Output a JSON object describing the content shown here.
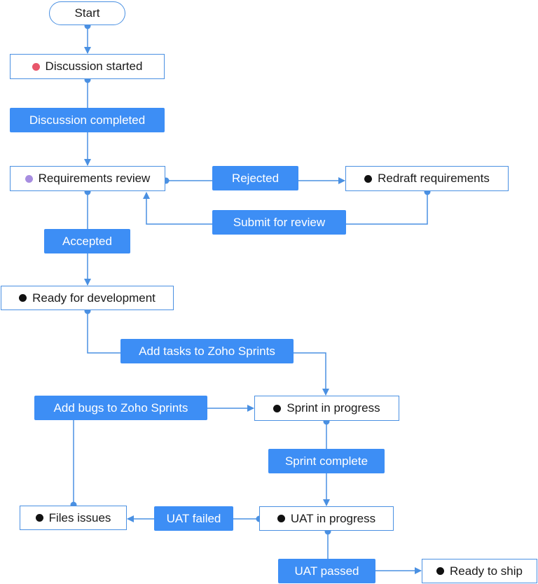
{
  "start": "Start",
  "states": {
    "discussion_started": {
      "label": "Discussion started",
      "dot_color": "#e8566b"
    },
    "requirements_review": {
      "label": "Requirements review",
      "dot_color": "#a78de0"
    },
    "redraft_requirements": {
      "label": "Redraft requirements",
      "dot_color": "#111111"
    },
    "ready_for_development": {
      "label": "Ready for development",
      "dot_color": "#111111"
    },
    "sprint_in_progress": {
      "label": "Sprint in progress",
      "dot_color": "#111111"
    },
    "uat_in_progress": {
      "label": "UAT in progress",
      "dot_color": "#111111"
    },
    "files_issues": {
      "label": "Files issues",
      "dot_color": "#111111"
    },
    "ready_to_ship": {
      "label": "Ready to ship",
      "dot_color": "#111111"
    }
  },
  "transitions": {
    "discussion_completed": "Discussion completed",
    "rejected": "Rejected",
    "submit_for_review": "Submit for review",
    "accepted": "Accepted",
    "add_tasks": "Add tasks to Zoho Sprints",
    "add_bugs": "Add bugs to Zoho Sprints",
    "sprint_complete": "Sprint complete",
    "uat_failed": "UAT failed",
    "uat_passed": "UAT passed"
  },
  "colors": {
    "line": "#4a90e2",
    "transition_fill": "#3d8ef5",
    "node_border": "#4a90e2"
  }
}
